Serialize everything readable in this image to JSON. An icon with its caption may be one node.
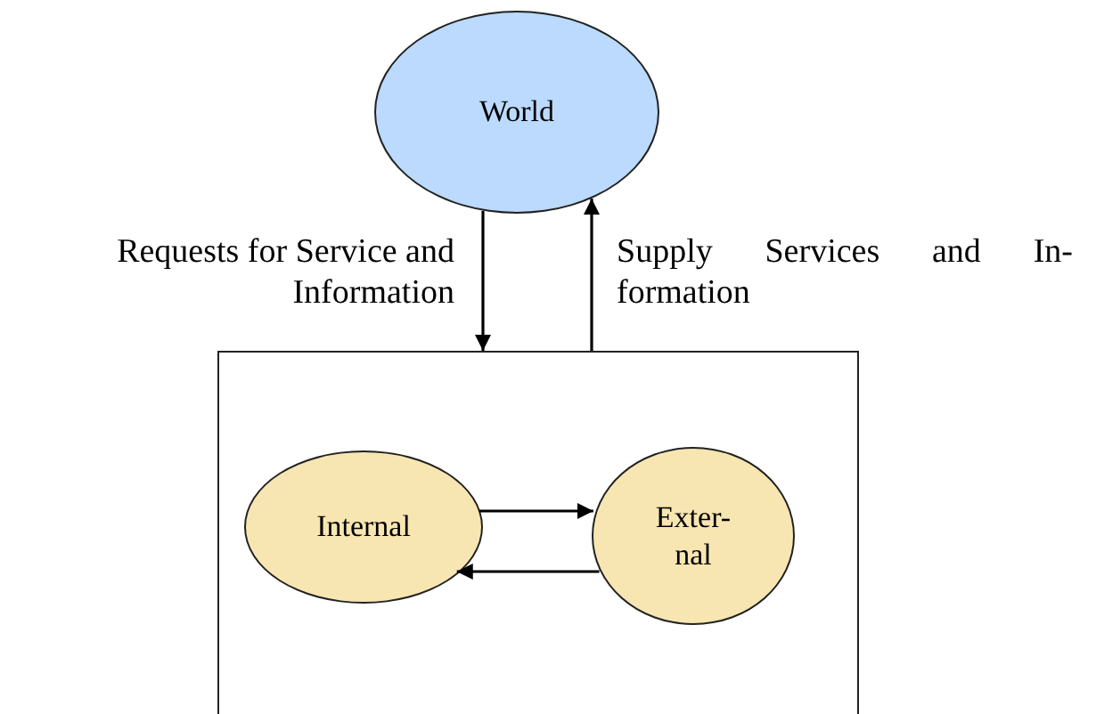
{
  "diagram": {
    "nodes": [
      {
        "text": [
          "World"
        ]
      },
      {
        "text": [],
        "shape": "box"
      },
      {
        "text": [
          "Internal"
        ],
        "in": 1
      },
      {
        "text": [
          "Exter- nal"
        ],
        "in": 1
      }
    ],
    "edges": [
      {
        "from": 0,
        "to": 1,
        "arrow": "to",
        "label": "Requests for Service and Information"
      },
      {
        "from": 1,
        "to": 0,
        "arrow": "to",
        "label": "Supply Services and In- formation"
      },
      {
        "from": 2,
        "to": 3,
        "arrow": "to"
      },
      {
        "from": 3,
        "to": 2,
        "arrow": "to"
      }
    ]
  }
}
